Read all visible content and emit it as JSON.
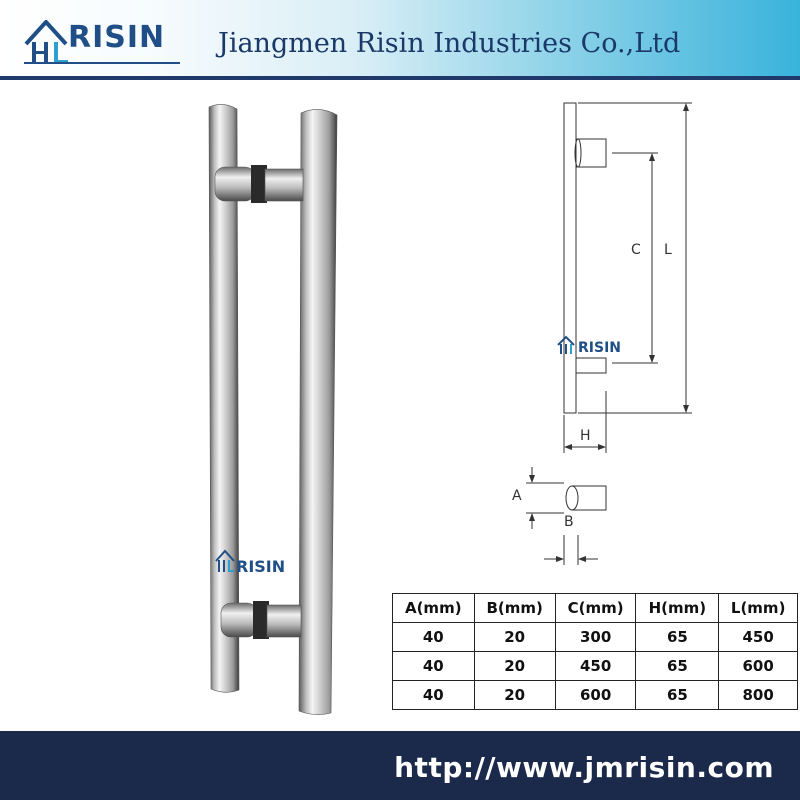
{
  "header": {
    "logo_text": "RISIN",
    "company_name": "Jiangmen Risin Industries Co.,Ltd"
  },
  "watermarks": {
    "photo_logo": "RISIN",
    "drawing_logo": "RISIN"
  },
  "drawing": {
    "labels": [
      "C",
      "L",
      "H",
      "A",
      "B"
    ]
  },
  "spec_table": {
    "headers": [
      "A(mm)",
      "B(mm)",
      "C(mm)",
      "H(mm)",
      "L(mm)"
    ],
    "rows": [
      [
        "40",
        "20",
        "300",
        "65",
        "450"
      ],
      [
        "40",
        "20",
        "450",
        "65",
        "600"
      ],
      [
        "40",
        "20",
        "600",
        "65",
        "800"
      ]
    ]
  },
  "footer": {
    "url": "http://www.jmrisin.com"
  },
  "colors": {
    "brand_navy": "#1b2a4b",
    "logo_blue": "#1f4f86",
    "header_cyan": "#39b3db"
  }
}
